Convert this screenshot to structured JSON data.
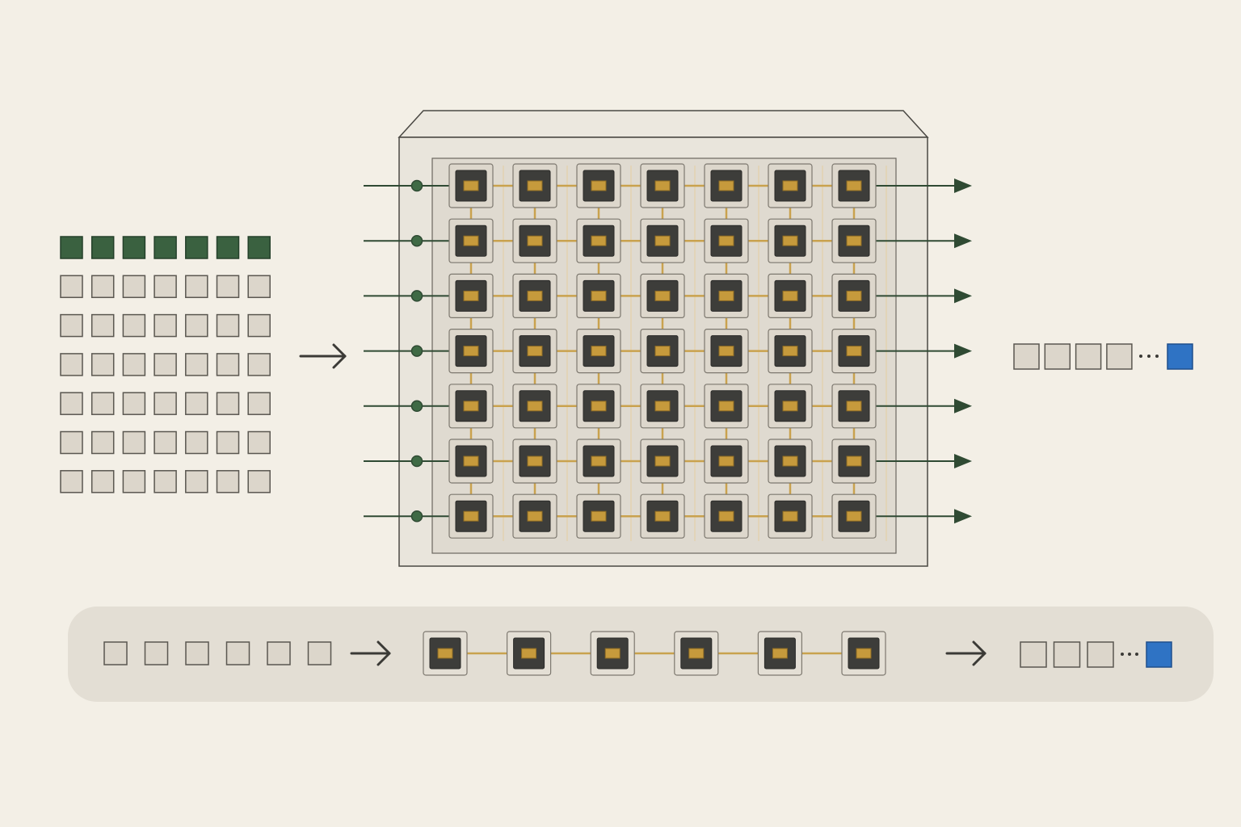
{
  "diagram": {
    "input_grid": {
      "rows": 7,
      "cols": 7,
      "highlighted_row": 0
    },
    "array": {
      "rows": 7,
      "cols": 7
    },
    "output_sequence": {
      "cells": 4,
      "has_ellipsis": true,
      "final_highlighted": true
    },
    "bottom_strip": {
      "input_cells": 6,
      "pe_chain": 6,
      "output_cells": 3,
      "has_ellipsis": true,
      "final_highlighted": true
    }
  },
  "colors": {
    "background": "#f3efe6",
    "cell_fill": "#dcd6cb",
    "cell_stroke": "#5a5750",
    "highlight_green": "#3a6140",
    "line_green": "#2f4a33",
    "pe_dark": "#3d3d3a",
    "pe_core": "#c69a3c",
    "pe_link": "#c9a24e",
    "pe_housing": "#ddd7cc",
    "chip_fill": "#e9e5dc",
    "chip_inner": "#dfdad0",
    "output_blue": "#2f73c4",
    "strip_bg": "#e3ded4",
    "arrow_dark": "#3b3a36"
  }
}
